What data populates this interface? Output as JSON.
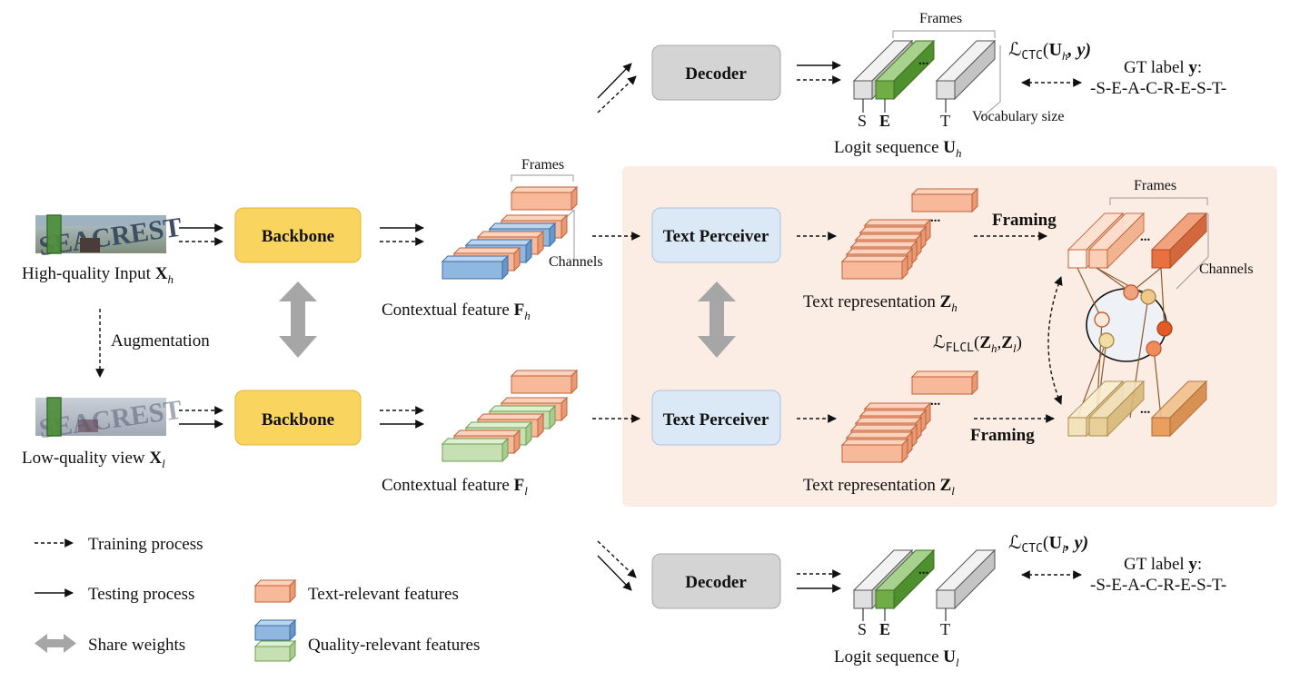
{
  "inputs": {
    "high_label": "High-quality Input ",
    "high_sym": "X",
    "high_sub": "h",
    "augmentation": "Augmentation",
    "low_label": "Low-quality view ",
    "low_sym": "X",
    "low_sub": "l",
    "image_word_high": "SEACREST",
    "image_word_low": "SEACREST"
  },
  "blocks": {
    "backbone_top": "Backbone",
    "backbone_bottom": "Backbone",
    "perceiver_top": "Text Perceiver",
    "perceiver_bottom": "Text Perceiver",
    "decoder_top": "Decoder",
    "decoder_bottom": "Decoder"
  },
  "features": {
    "frames": "Frames",
    "channels": "Channels",
    "ctx_high_label": "Contextual feature ",
    "ctx_high_sym": "F",
    "ctx_high_sub": "h",
    "ctx_low_label": "Contextual feature ",
    "ctx_low_sym": "F",
    "ctx_low_sub": "l",
    "ellipsis": "..."
  },
  "text_rep": {
    "high_label": "Text representation ",
    "high_sym": "Z",
    "high_sub": "h",
    "low_label": "Text representation ",
    "low_sym": "Z",
    "low_sub": "l",
    "framing_top": "Framing",
    "framing_bottom": "Framing",
    "frames": "Frames",
    "channels": "Channels",
    "loss_l": "ℒ",
    "loss_name": "FLCL",
    "loss_open": "(",
    "loss_z1": "Z",
    "loss_z1_sub": "h",
    "loss_comma": ",",
    "loss_z2": "Z",
    "loss_z2_sub": "l",
    "loss_close": ")"
  },
  "logits": {
    "frames": "Frames",
    "vocab": "Vocabulary size",
    "tok_s": "S",
    "tok_e": "E",
    "tok_t": "T",
    "ellipsis": "...",
    "top_label": "Logit sequence ",
    "top_sym": "U",
    "top_sub": "h",
    "bottom_label": "Logit sequence ",
    "bottom_sym": "U",
    "bottom_sub": "l",
    "ctc_l": "ℒ",
    "ctc_name": "CTC",
    "ctc_top_open": "(",
    "ctc_top_u": "U",
    "ctc_top_sub": "h",
    "ctc_top_rest": ", y)",
    "ctc_bottom_open": "(",
    "ctc_bottom_u": "U",
    "ctc_bottom_sub": "l",
    "ctc_bottom_rest": ", y)",
    "gt_top": "GT label ",
    "gt_top_y": "y",
    "gt_top_colon": ":",
    "gt_top_seq": "-S-E-A-C-R-E-S-T-",
    "gt_bottom": "GT label ",
    "gt_bottom_y": "y",
    "gt_bottom_colon": ":",
    "gt_bottom_seq": "-S-E-A-C-R-E-S-T-"
  },
  "legend": {
    "training": "Training process",
    "testing": "Testing process",
    "share": "Share weights",
    "text_relevant": "Text-relevant features",
    "quality_relevant": "Quality-relevant features"
  },
  "colors": {
    "backbone": "#f9d45e",
    "perceiver": "#dbe9f7",
    "decoder": "#d4d4d4",
    "panel": "#fbede4",
    "text_feature": "#f7b99a",
    "blue_feature": "#8fb7e0",
    "green_feature": "#c6e0b4",
    "logit_green": "#70ad47",
    "logit_gray": "#e0e0e0"
  }
}
